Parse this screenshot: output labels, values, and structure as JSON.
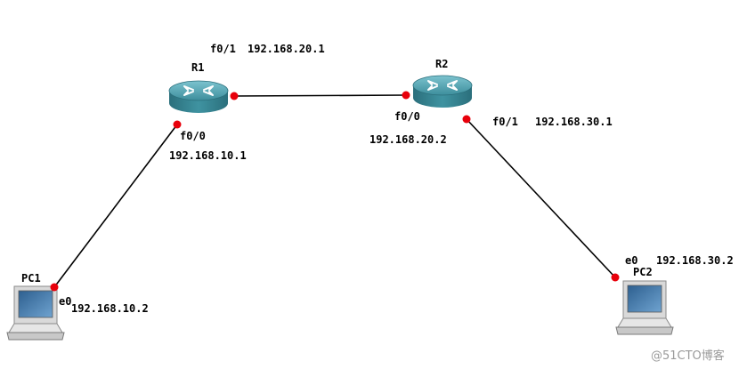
{
  "nodes": {
    "r1": {
      "name": "R1",
      "type": "router-icon"
    },
    "r2": {
      "name": "R2",
      "type": "router-icon"
    },
    "pc1": {
      "name": "PC1",
      "type": "pc-icon"
    },
    "pc2": {
      "name": "PC2",
      "type": "pc-icon"
    }
  },
  "interfaces": {
    "r1_f01": {
      "port": "f0/1",
      "ip": "192.168.20.1"
    },
    "r1_f00": {
      "port": "f0/0",
      "ip": "192.168.10.1"
    },
    "r2_f00": {
      "port": "f0/0",
      "ip": "192.168.20.2"
    },
    "r2_f01": {
      "port": "f0/1",
      "ip": "192.168.30.1"
    },
    "pc1_e0": {
      "port": "e0",
      "ip": "192.168.10.2"
    },
    "pc2_e0": {
      "port": "e0",
      "ip": "192.168.30.2"
    }
  },
  "watermark": "@51CTO博客",
  "colors": {
    "link": "#000000",
    "port_dot": "#e8000b",
    "router_top": "#4f9fae",
    "router_side": "#2f7a88"
  }
}
